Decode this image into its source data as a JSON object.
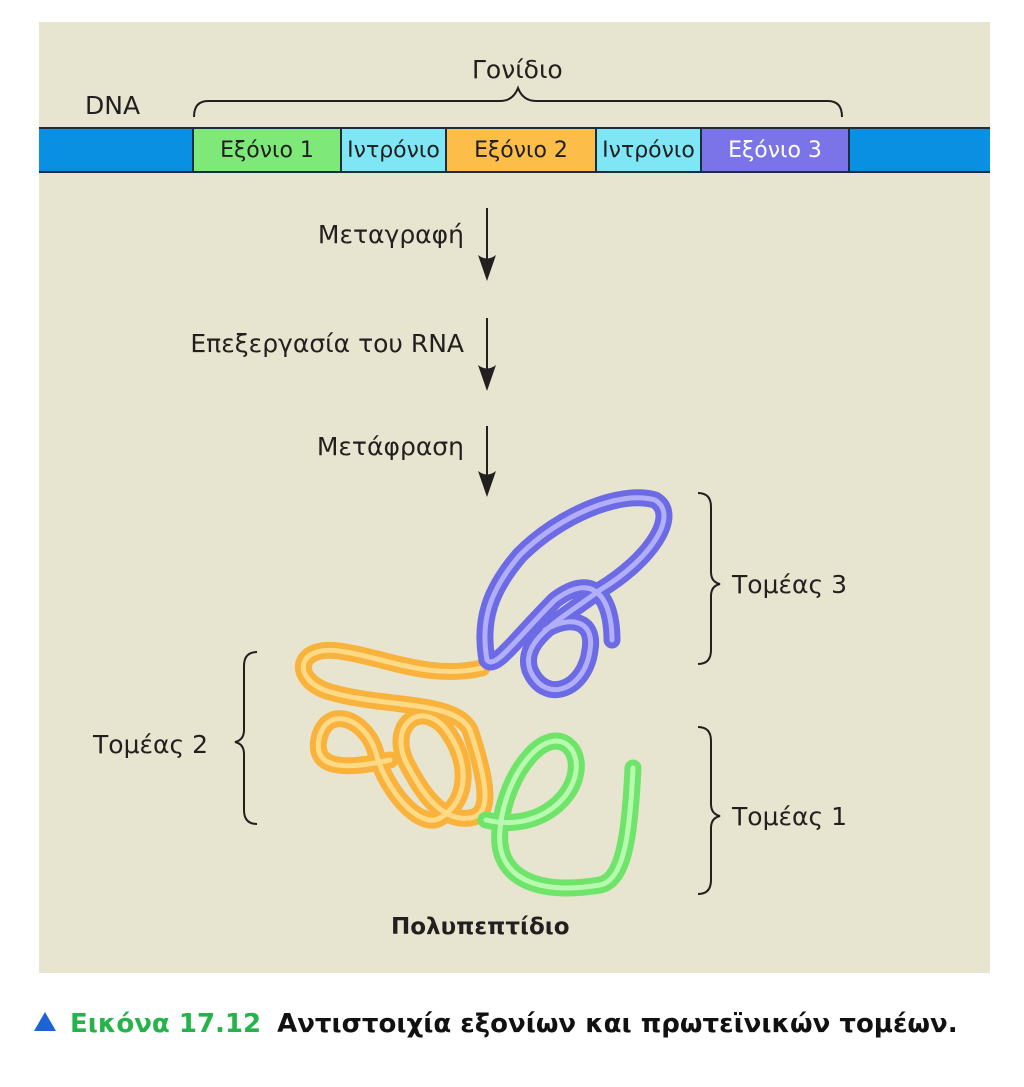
{
  "figure": {
    "dna_label": "DNA",
    "gene_label": "Γονίδιο",
    "segments": [
      {
        "label": "Εξόνιο 1",
        "color": "#7ee878"
      },
      {
        "label": "Ιντρόνιο",
        "color": "#7fe6f5"
      },
      {
        "label": "Εξόνιο 2",
        "color": "#fcbd49"
      },
      {
        "label": "Ιντρόνιο",
        "color": "#7fe6f5"
      },
      {
        "label": "Εξόνιο 3",
        "color": "#7b74e8"
      }
    ],
    "steps": [
      "Μεταγραφή",
      "Επεξεργασία του RNA",
      "Μετάφραση"
    ],
    "domains": [
      "Τομέας 3",
      "Τομέας 2",
      "Τομέας 1"
    ],
    "product_label": "Πολυπεπτίδιο",
    "colors": {
      "background": "#e7e5cf",
      "dna_strand": "#0a90e3",
      "domain_1": "#7ee878",
      "domain_2": "#fcbd49",
      "domain_3": "#7b74e8"
    }
  },
  "caption": {
    "number": "Εικόνα 17.12",
    "text": "Αντιστοιχία εξονίων και πρωτεϊνικών τομέων."
  }
}
